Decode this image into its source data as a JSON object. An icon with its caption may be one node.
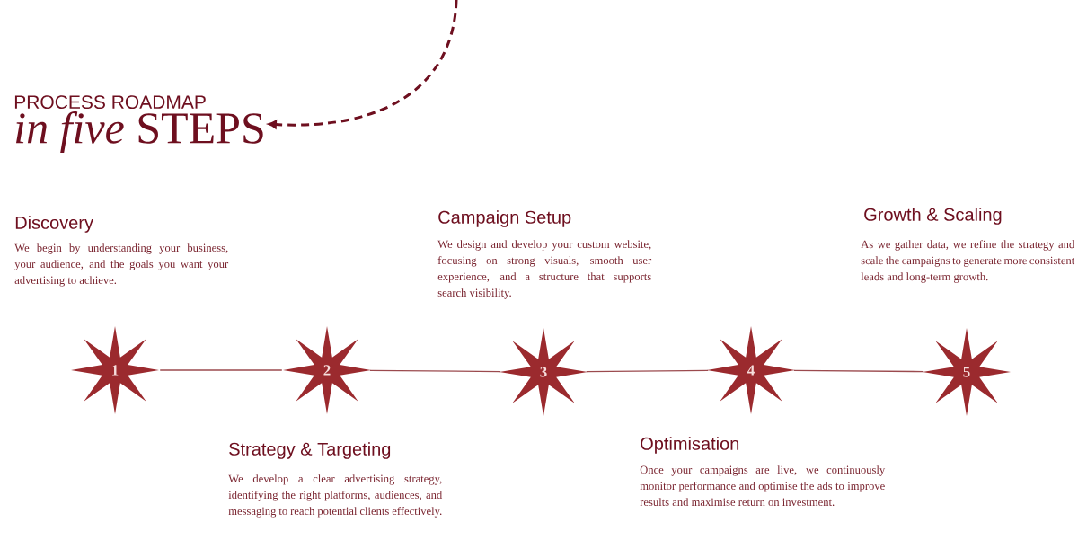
{
  "diagram": {
    "nodes": [
      {
        "text": [
          "PROCESS ROADMAP",
          "*in five* STEPS"
        ]
      },
      {
        "text": [
          "1"
        ],
        "beside": [
          "Discovery",
          "We begin by understanding your business, your audience, and the goals you want your advertising to achieve."
        ]
      },
      {
        "text": [
          "2"
        ],
        "beside": [
          "Strategy & Targeting",
          "We develop a clear advertising strategy, identifying the right platforms, audiences, and messaging to reach potential clients effectively."
        ]
      },
      {
        "text": [
          "3"
        ],
        "beside": [
          "Campaign Setup",
          "We design and develop your custom website, focusing on strong visuals, smooth user experience, and a structure that supports search visibility."
        ]
      },
      {
        "text": [
          "4"
        ],
        "beside": [
          "Optimisation",
          "Once your campaigns are live, we continuously monitor performance and optimise the ads to improve results and maximise return on investment."
        ]
      },
      {
        "text": [
          "5"
        ],
        "beside": [
          "Growth & Scaling",
          "As we gather data, we refine the strategy and scale the campaigns to generate more consistent leads and long-term growth."
        ]
      }
    ],
    "edges": [
      {
        "from": null,
        "to": 0,
        "arrow": "to",
        "style": "dashed"
      },
      {
        "from": 1,
        "to": 2,
        "arrow": "none"
      },
      {
        "from": 2,
        "to": 3,
        "arrow": "none"
      },
      {
        "from": 3,
        "to": 4,
        "arrow": "none"
      },
      {
        "from": 4,
        "to": 5,
        "arrow": "none"
      }
    ]
  }
}
